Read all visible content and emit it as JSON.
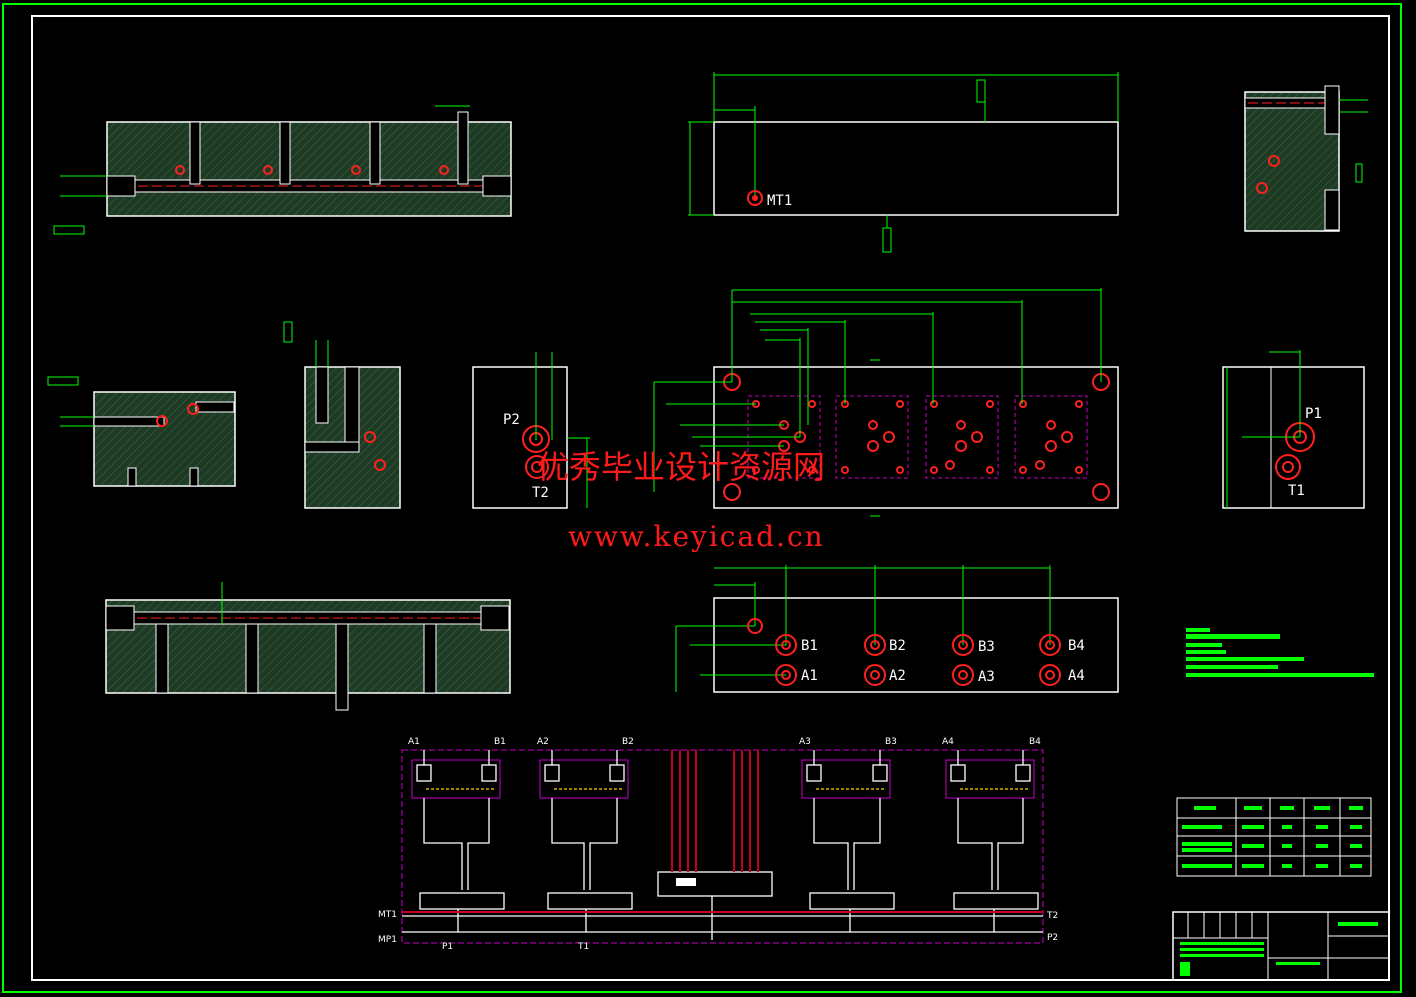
{
  "watermark": {
    "line1": "优秀毕业设计资源网",
    "line2": "www.keyicad.cn"
  },
  "ports": {
    "mt1": "MT1",
    "p2": "P2",
    "t2": "T2",
    "p1": "P1",
    "t1": "T1",
    "b1": "B1",
    "b2": "B2",
    "b3": "B3",
    "b4": "B4",
    "a1": "A1",
    "a2": "A2",
    "a3": "A3",
    "a4": "A4"
  },
  "schematic": {
    "top_labels": [
      "A1",
      "B1",
      "A2",
      "B2",
      "A3",
      "B3",
      "A4",
      "B4"
    ],
    "mt1": "MT1",
    "mp1": "MP1",
    "t2": "T2",
    "p2": "P2",
    "p1": "P1",
    "t1": "T1"
  },
  "colors": {
    "border": "#00ff00",
    "geometry": "#ffffff",
    "dimension": "#00ff00",
    "hole": "#ff2020",
    "valve_box": "#c800c8",
    "watermark": "#ff1a1a"
  }
}
